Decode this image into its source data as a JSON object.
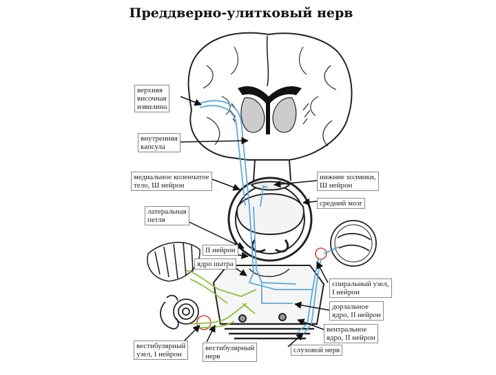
{
  "title": "Преддверно-улитковый нерв",
  "labels": {
    "upper_temporal_gyrus": "верхняя\nвисочная\nизвилина",
    "internal_capsule": "внутренняя\nкапсула",
    "medial_geniculate": "медиальное коленчатое\nтело, Ш нейрон",
    "inferior_colliculi": "нижние холмики,\nШ нейрон",
    "midbrain": "средний мозг",
    "lateral_lemniscus": "латеральная\nпетля",
    "neuron_two": "II нейрон",
    "vestibular_nucleus": "ядро шатра",
    "spiral_ganglion": "спиральный узел,\nI нейрон",
    "dorsal_nucleus": "дорзальное\nядро, II нейрон",
    "ventral_nucleus": "вентральное\nядро, II нейрон",
    "vestibular_ganglion": "вестибулярный\nузел, I нейрон",
    "vestibular_nerve": "вестибулярный\nнерв",
    "cochlear_nerve": "слуховой нерв"
  },
  "colors": {
    "auditory_path": "#5aa9d6",
    "vestibular_path": "#8fbf3a",
    "marker": "#d94040",
    "outline": "#222222"
  }
}
